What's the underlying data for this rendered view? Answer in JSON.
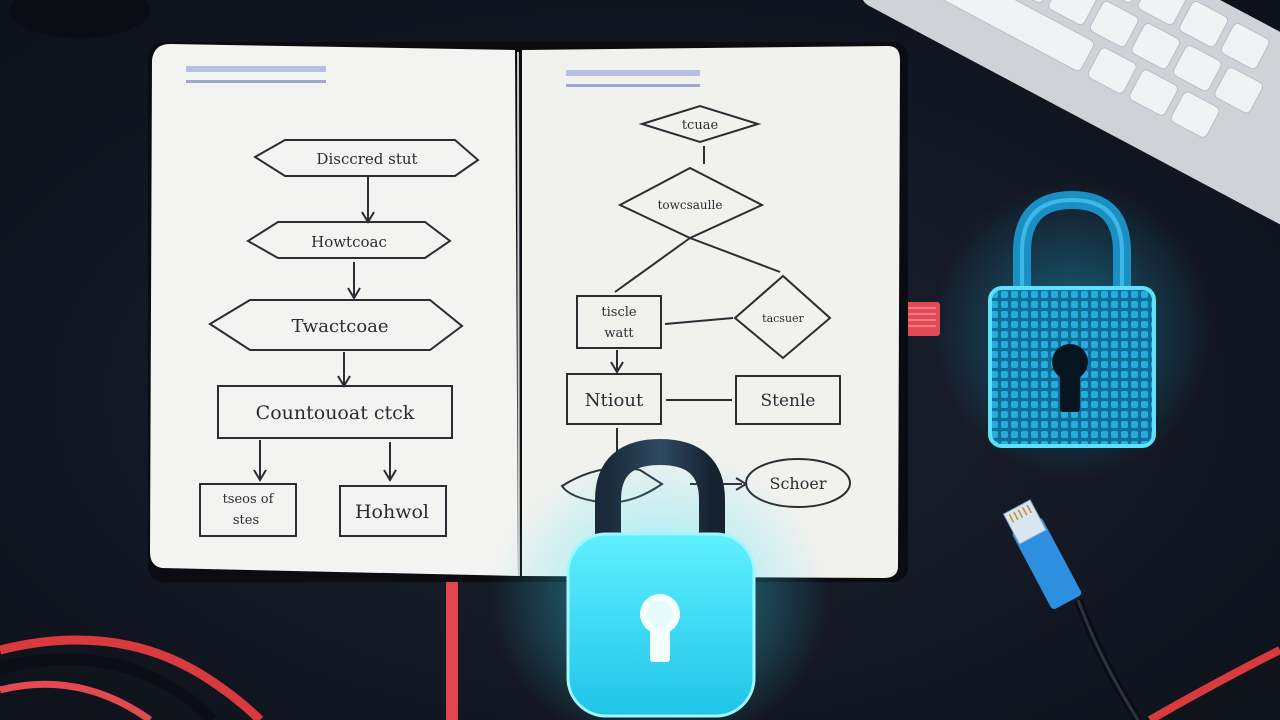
{
  "notebook": {
    "left_page": {
      "nodes": [
        {
          "id": "l1",
          "label": "Disccred stut"
        },
        {
          "id": "l2",
          "label": "Howtcoac"
        },
        {
          "id": "l3",
          "label": "Twactcoae"
        },
        {
          "id": "l4",
          "label": "Countouoat ctck"
        },
        {
          "id": "l5",
          "label": "tseos of"
        },
        {
          "id": "l5b",
          "label": "stes"
        },
        {
          "id": "l6",
          "label": "Hohwol"
        }
      ]
    },
    "right_page": {
      "nodes": [
        {
          "id": "r1",
          "label": "tcuae"
        },
        {
          "id": "r2",
          "label": "towcsaulle"
        },
        {
          "id": "r3",
          "label": "tiscle"
        },
        {
          "id": "r3b",
          "label": "watt"
        },
        {
          "id": "r4",
          "label": "tacsuer"
        },
        {
          "id": "r5",
          "label": "Ntiout"
        },
        {
          "id": "r6",
          "label": "Stenle"
        },
        {
          "id": "r7",
          "label": "Schoer"
        }
      ]
    }
  },
  "objects": {
    "front_lock": "padlock-icon",
    "side_lock": "digital-padlock-icon",
    "cable_plug": "ethernet-plug"
  },
  "colors": {
    "background": "#121722",
    "paper": "#f3f3f1",
    "lock_glow": "#36e6ff",
    "side_lock_glow": "#1fb7e8",
    "bookmark_red": "#e1464f"
  }
}
